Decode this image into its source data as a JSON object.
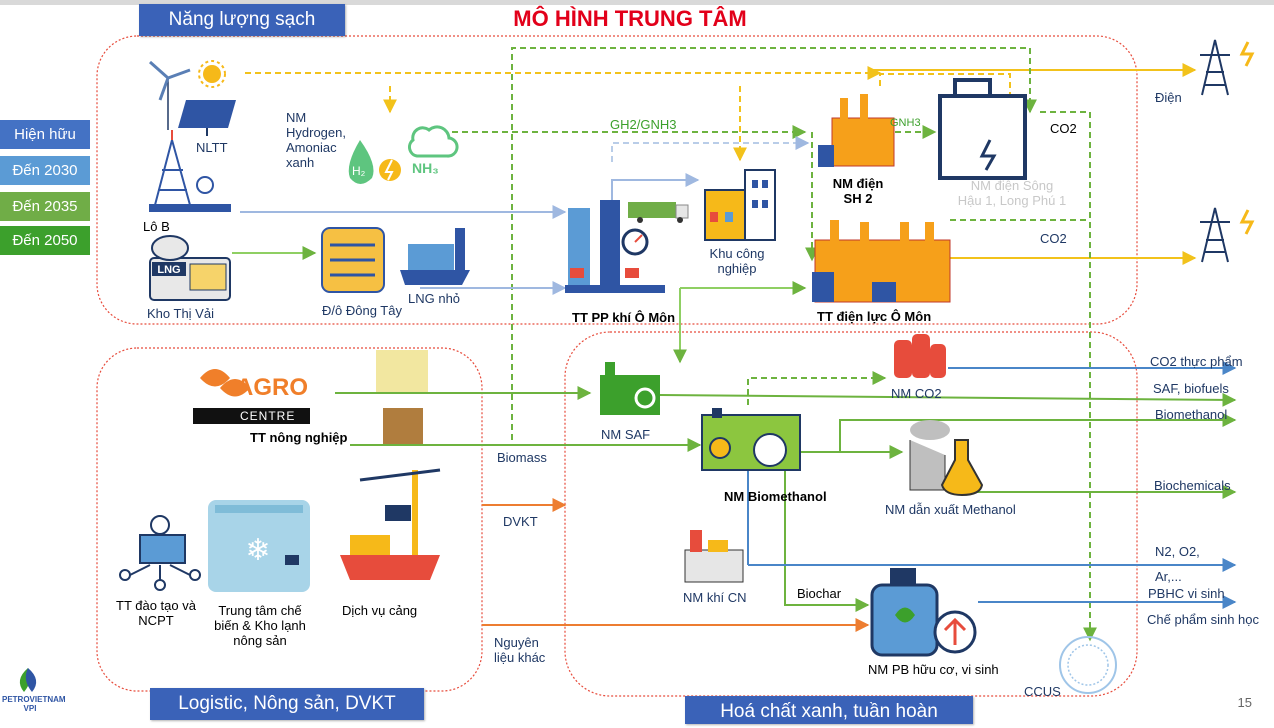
{
  "title": "MÔ HÌNH TRUNG TÂM",
  "page_number": "15",
  "headers": {
    "clean_energy": "Năng lượng sạch",
    "logistics": "Logistic, Nông sản, DVKT",
    "green_chem": "Hoá chất xanh, tuần hoàn"
  },
  "legend": [
    {
      "label": "Hiện hữu",
      "color": "#4472c4"
    },
    {
      "label": "Đến 2030",
      "color": "#5b9bd5"
    },
    {
      "label": "Đến 2035",
      "color": "#70ad47"
    },
    {
      "label": "Đến 2050",
      "color": "#3ca02c"
    }
  ],
  "nodes": {
    "nltt": "NLTT",
    "lo_b": "Lô B",
    "kho_thi_vai": "Kho Thị Vải",
    "nm_hydrogen": [
      "NM",
      "Hydrogen,",
      "Amoniac",
      "xanh"
    ],
    "do_dong_tay": "Đ/ô Đông Tây",
    "lng_nho": "LNG nhỏ",
    "tt_pp_khi": "TT PP khí Ô Môn",
    "khu_cong_nghiep": [
      "Khu công",
      "nghiệp"
    ],
    "nm_dien_sh2": [
      "NM điện",
      "SH 2"
    ],
    "nm_dien_song_hau": [
      "NM điện Sông",
      "Hậu 1, Long Phú 1"
    ],
    "tt_dien_luc": "TT điện lực Ô Môn",
    "dien": "Điện",
    "co2_top": "CO2",
    "co2_mid": "CO2",
    "gh2": "GH2/GNH3",
    "gnh3": "GNH3",
    "tt_nong_nghiep": "TT nông nghiệp",
    "agro_word": "AGRO",
    "agro_centre": "CENTRE",
    "biomass": "Biomass",
    "dvkt": "DVKT",
    "nguyen_lieu": [
      "Nguyên",
      "liệu khác"
    ],
    "tt_dao_tao": [
      "TT đào tạo và",
      "NCPT"
    ],
    "trung_tam_che_bien": [
      "Trung tâm chế",
      "biến & Kho lạnh",
      "nông sản"
    ],
    "dich_vu_cang": "Dịch vụ cảng",
    "nm_saf": "NM SAF",
    "nm_co2": "NM CO2",
    "nm_biomethanol": "NM Biomethanol",
    "nm_dan_xuat": "NM dẫn xuất Methanol",
    "nm_khi_cn": "NM khí CN",
    "biochar": "Biochar",
    "nm_pb": "NM PB hữu cơ, vi sinh",
    "ccus": "CCUS"
  },
  "outputs": {
    "co2_thuc_pham": "CO2 thực phẩm",
    "saf_biofuels": "SAF, biofuels",
    "biomethanol": "Biomethanol",
    "biochemicals": "Biochemicals",
    "n2_o2": "N2, O2,",
    "ar": "Ar,...",
    "pbhc": "PBHC vi sinh",
    "che_pham": "Chế phẩm sinh học"
  },
  "logo_text": [
    "PETROVIETNAM",
    "VPI"
  ],
  "icons": [
    "wind-turbine-icon",
    "sun-icon",
    "solar-panel-icon",
    "gas-rig-icon",
    "lng-tank-icon",
    "pipeline-icon",
    "lng-ship-icon",
    "hydrogen-icon",
    "nh3-cloud-icon",
    "gas-hub-icon",
    "truck-icon",
    "factory-icon",
    "power-plant-icon",
    "power-tower-icon",
    "co2-cylinder-icon",
    "saf-plant-icon",
    "biomethanol-plant-icon",
    "lab-flask-icon",
    "gas-plant-icon",
    "fertilizer-jug-icon",
    "ccus-icon",
    "trainer-icon",
    "freezer-icon",
    "port-crane-icon",
    "agro-logo-icon"
  ]
}
